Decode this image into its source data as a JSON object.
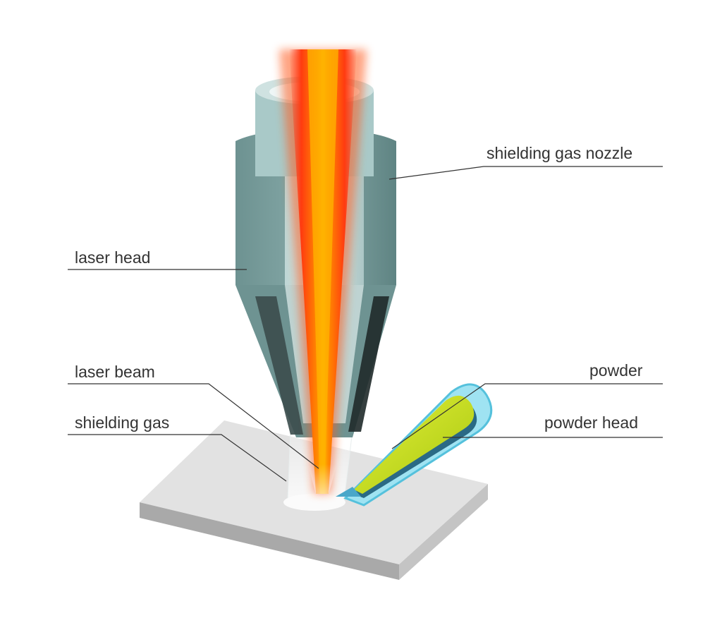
{
  "labels": {
    "shielding_gas_nozzle": "shielding gas nozzle",
    "laser_head": "laser head",
    "laser_beam": "laser beam",
    "powder": "powder",
    "shielding_gas": "shielding gas",
    "powder_head": "powder head"
  },
  "colors": {
    "nozzle_light": "#c9dedd",
    "nozzle_mid": "#7fa3a2",
    "nozzle_dark": "#5b7f7f",
    "beam_core": "#ffb000",
    "beam_outer": "#ff3b10",
    "plate_top": "#e0e0e0",
    "plate_side": "#a8a8a8",
    "powder_tube": "#7fd8ec",
    "powder_fill": "#c7e21a",
    "leader_line": "#333333"
  }
}
